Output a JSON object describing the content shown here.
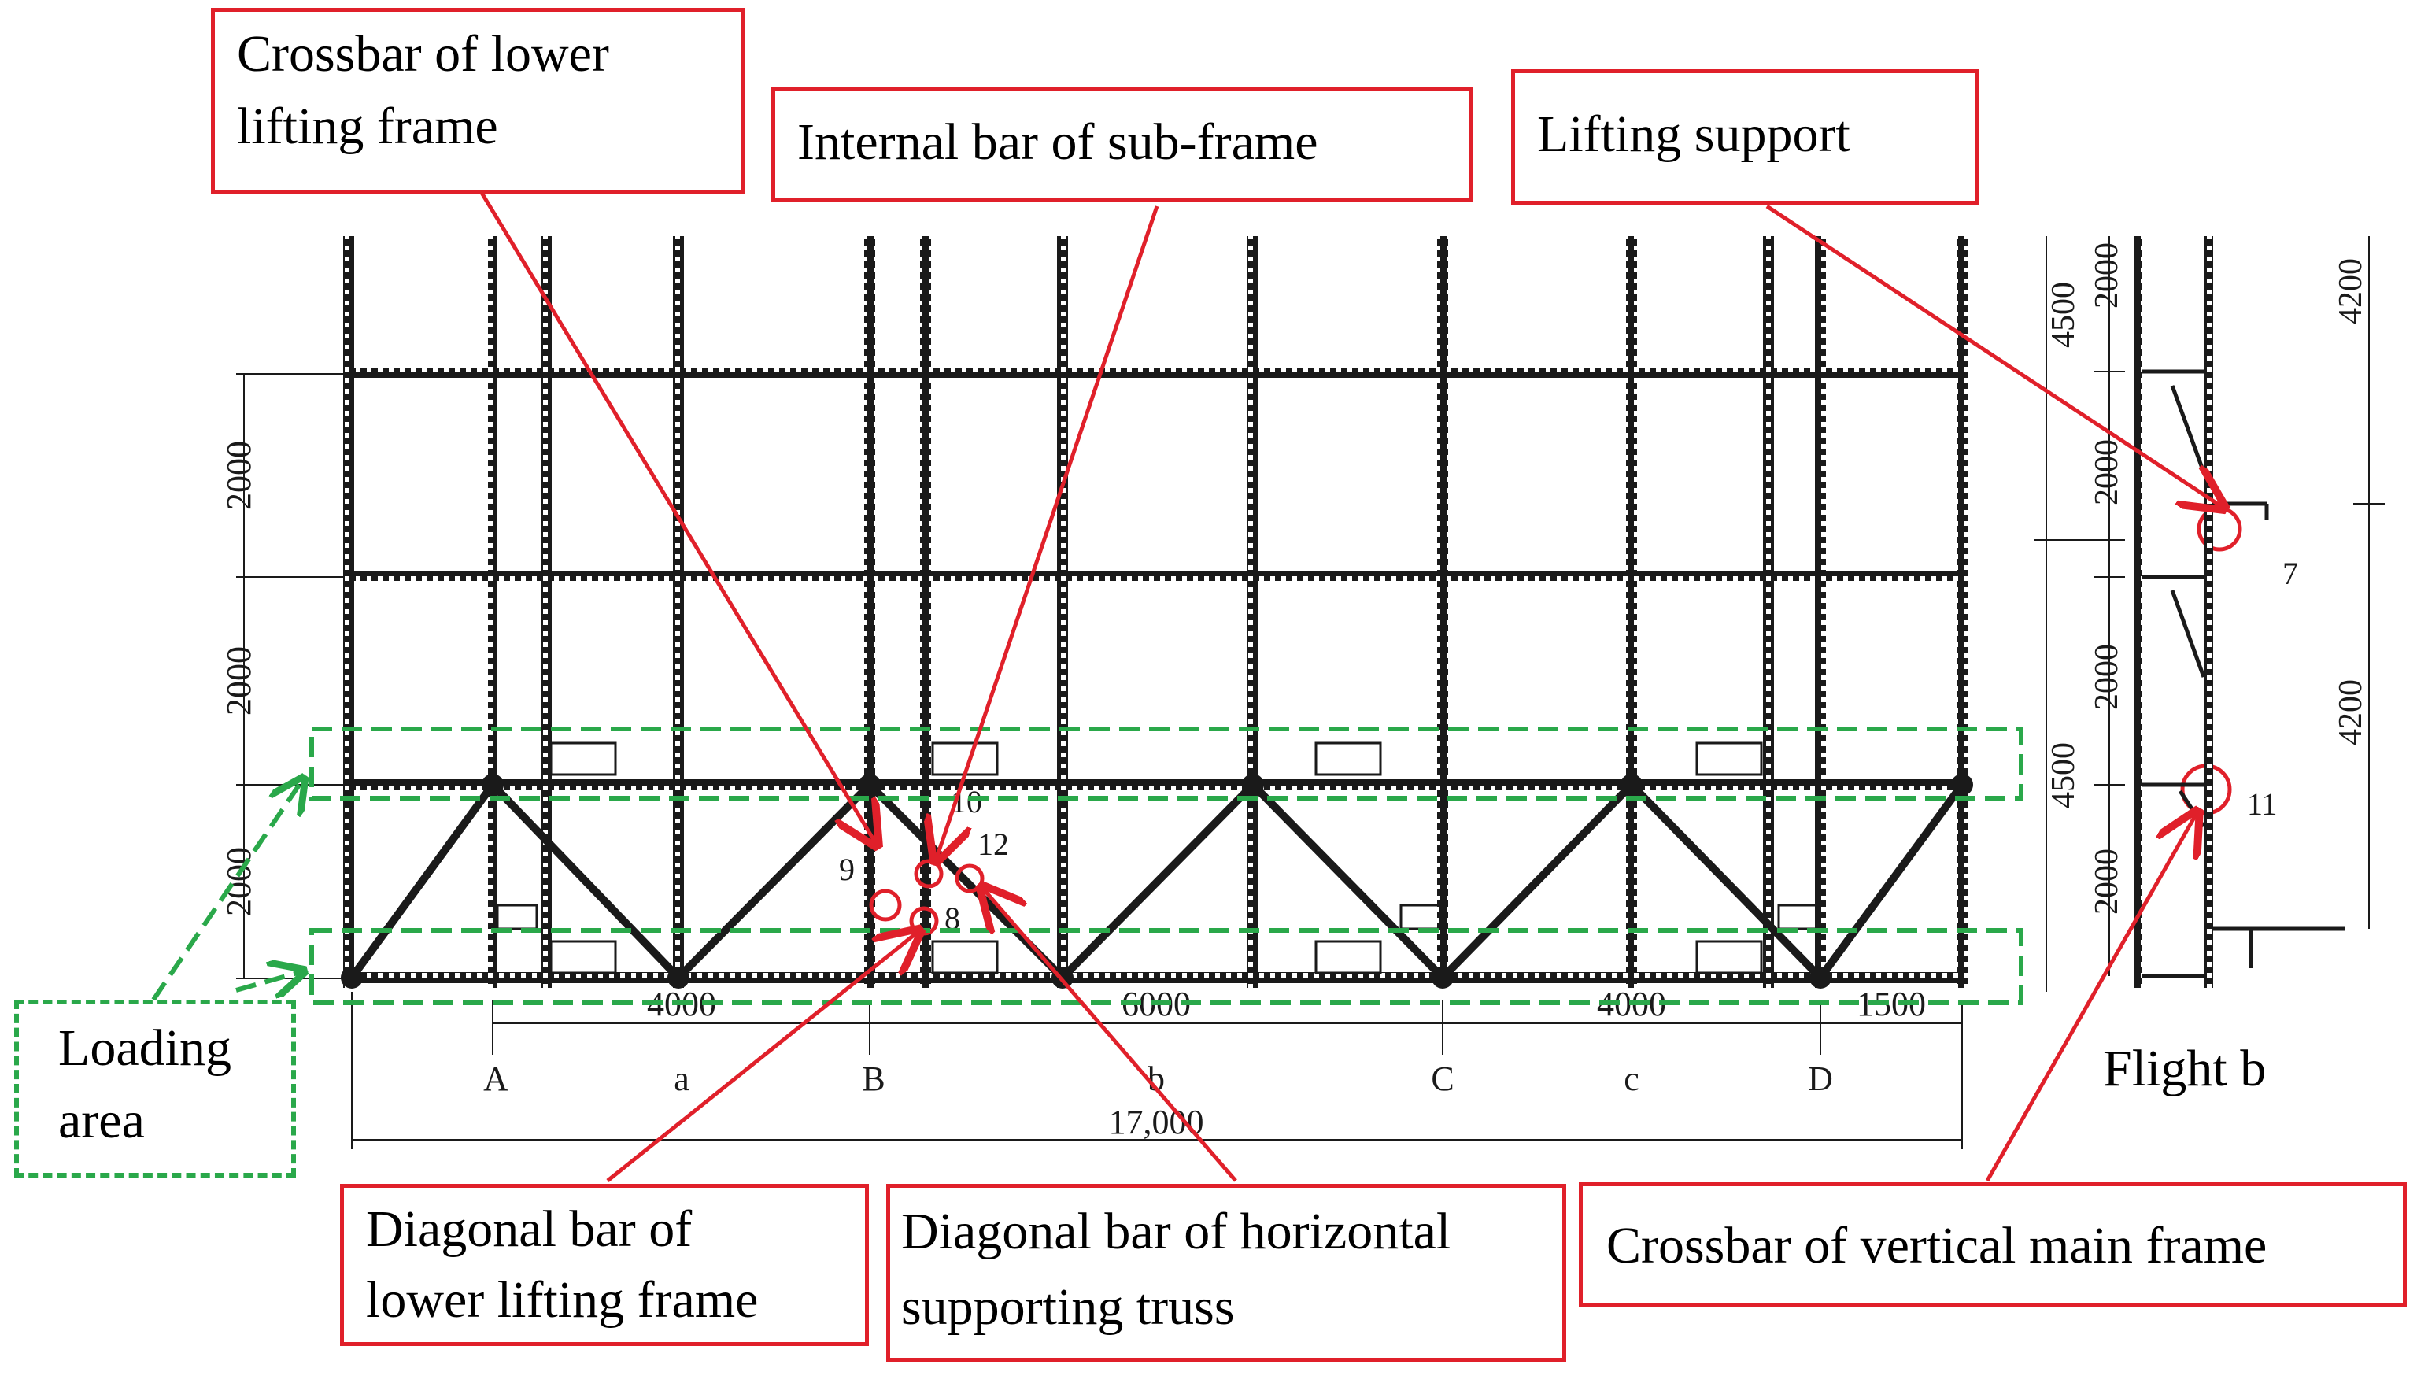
{
  "callouts": {
    "crossbar_lower_lifting": [
      "Crossbar of lower",
      "lifting  frame"
    ],
    "internal_bar": "Internal bar of sub-frame",
    "lifting_support": "Lifting  support",
    "diagonal_lower_lifting": [
      "Diagonal bar of",
      "lower lifting  frame"
    ],
    "diagonal_horizontal_truss": [
      "Diagonal bar of horizontal",
      "supporting truss"
    ],
    "crossbar_vertical": "Crossbar of vertical main  frame"
  },
  "loading_area": [
    "Loading",
    "area"
  ],
  "flight_label": "Flight b",
  "dimensions": {
    "span_AB": "4000",
    "span_BC": "6000",
    "span_CD": "4000",
    "span_D_end": "1500",
    "total": "17,000",
    "height_top": "2000",
    "height_mid": "2000",
    "height_bottom": "2000",
    "side_upper": "4500",
    "side_lower": "4500",
    "side_2000_a": "2000",
    "side_2000_b": "2000",
    "side_2000_c": "2000",
    "side_2000_d": "2000",
    "side_right_upper": "4200",
    "side_right_lower": "4200"
  },
  "axis_labels": {
    "A": "A",
    "B": "B",
    "C": "C",
    "D": "D",
    "a": "a",
    "b": "b",
    "c": "c"
  },
  "node_numbers": {
    "n7": "7",
    "n8": "8",
    "n9": "9",
    "n10": "10",
    "n11": "11",
    "n12": "12"
  },
  "colors": {
    "callout_border": "#e0202a",
    "loading_border": "#2aa84a",
    "frame": "#1a1a1a"
  }
}
